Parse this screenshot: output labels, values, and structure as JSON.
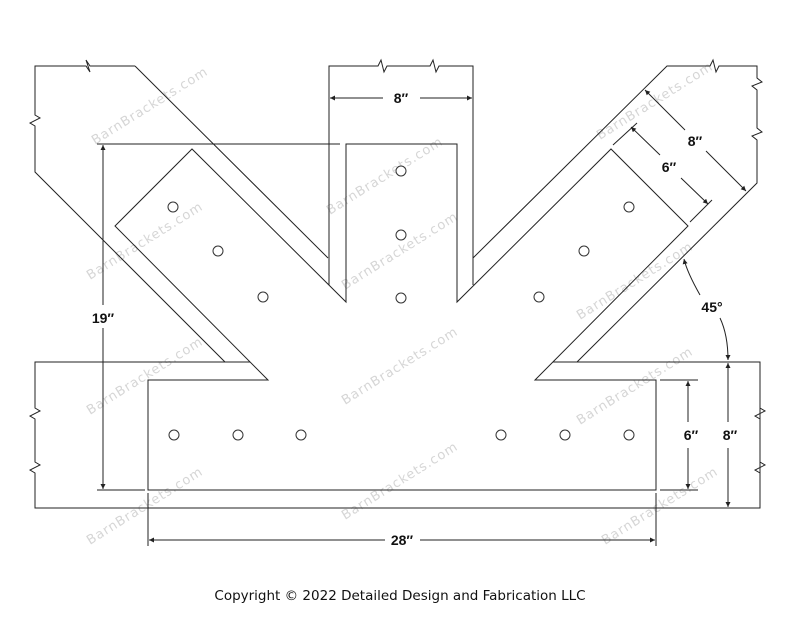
{
  "watermark": "BarnBrackets.com",
  "dimensions": {
    "post_width": "8″",
    "height": "19″",
    "total_width": "28″",
    "plate_height": "6″",
    "beam_height": "8″",
    "brace_width": "8″",
    "brace_plate_width": "6″",
    "angle": "45°"
  },
  "copyright": "Copyright © 2022 Detailed Design and Fabrication LLC"
}
